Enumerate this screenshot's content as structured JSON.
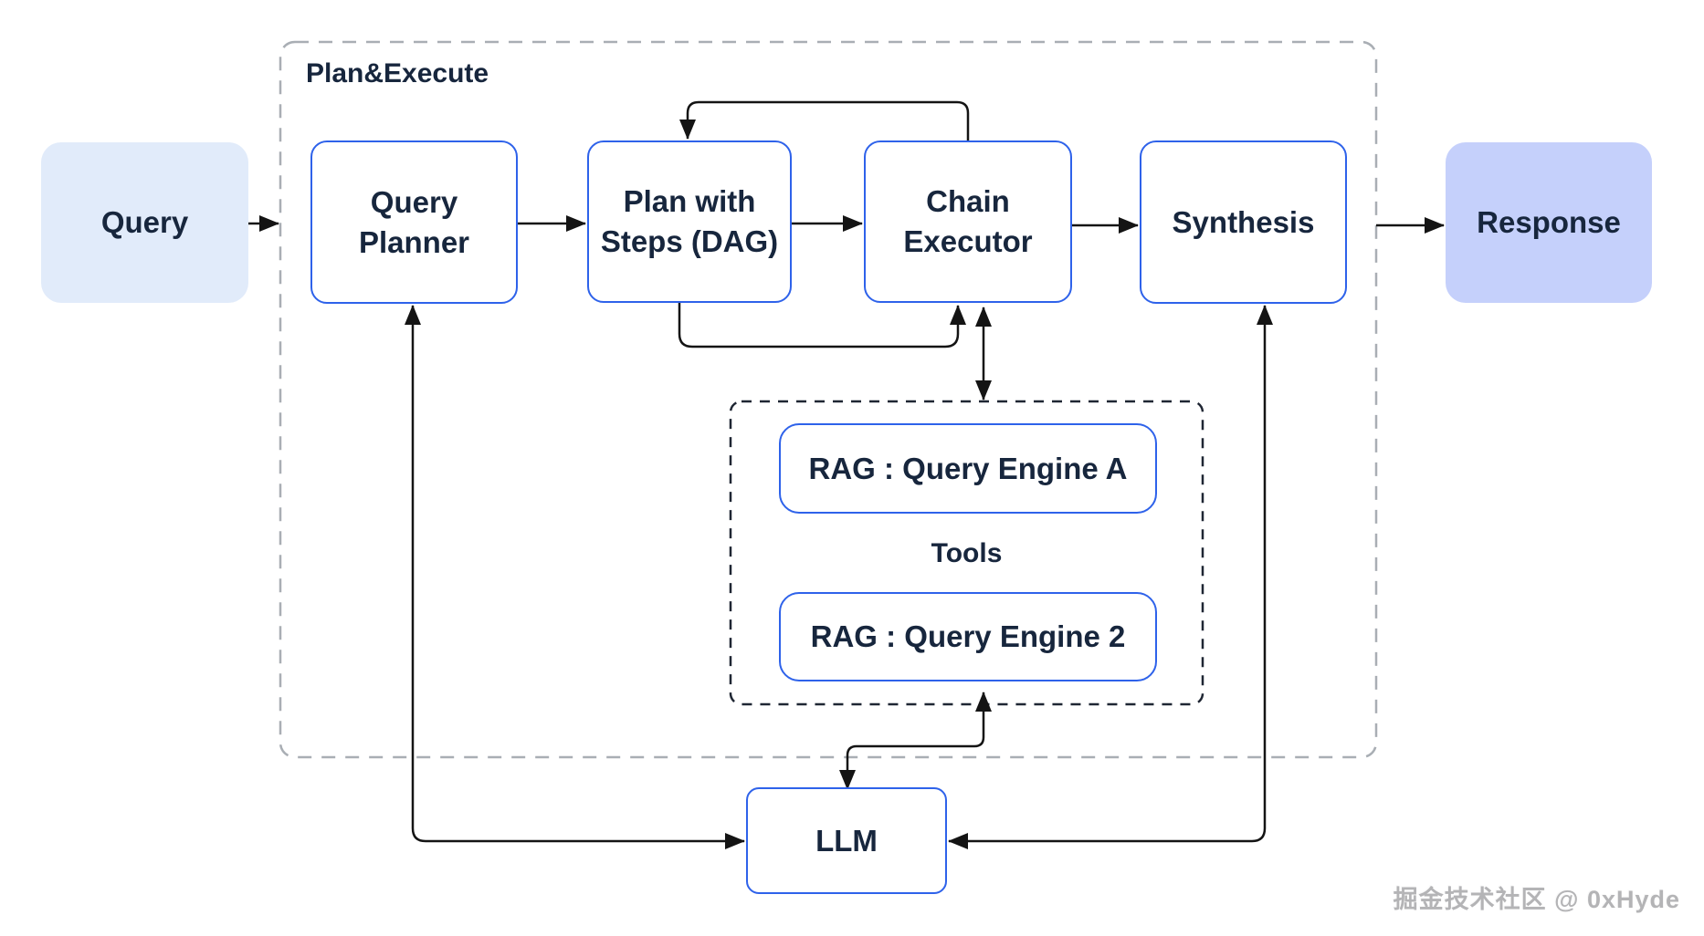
{
  "containers": {
    "plan_execute": {
      "label": "Plan&Execute"
    },
    "tools": {
      "label": "Tools"
    }
  },
  "nodes": {
    "query": {
      "label": "Query"
    },
    "query_planner": {
      "line1": "Query",
      "line2": "Planner"
    },
    "plan_with_steps": {
      "line1": "Plan with",
      "line2": "Steps (DAG)"
    },
    "chain_executor": {
      "line1": "Chain",
      "line2": "Executor"
    },
    "synthesis": {
      "label": "Synthesis"
    },
    "response": {
      "label": "Response"
    },
    "rag_engine_a": {
      "label": "RAG : Query Engine A"
    },
    "rag_engine_2": {
      "label": "RAG : Query Engine 2"
    },
    "llm": {
      "label": "LLM"
    }
  },
  "edges": [
    "query -> plan_execute_boundary",
    "query_planner -> plan_with_steps",
    "plan_with_steps -> chain_executor",
    "chain_executor -> synthesis",
    "plan_execute_boundary -> response",
    "chain_executor -> plan_with_steps (replan loop)",
    "plan_with_steps -> chain_executor (bottom loop)",
    "chain_executor <-> tools",
    "query_planner <-> llm",
    "synthesis <-> llm",
    "llm <-> tools"
  ],
  "watermark": {
    "text": "掘金技术社区 @ 0xHyde"
  },
  "colors": {
    "page_bg": "#ffffff",
    "node_border_blue": "#2e62ea",
    "query_fill": "#e1ebfa",
    "response_fill": "#c5d0fb",
    "text_dark": "#17263d",
    "connector_black": "#141414",
    "outer_dash_gray": "#a9aeb4",
    "tools_dash_dark": "#1f2633",
    "watermark_gray": "#b4b4b6"
  }
}
